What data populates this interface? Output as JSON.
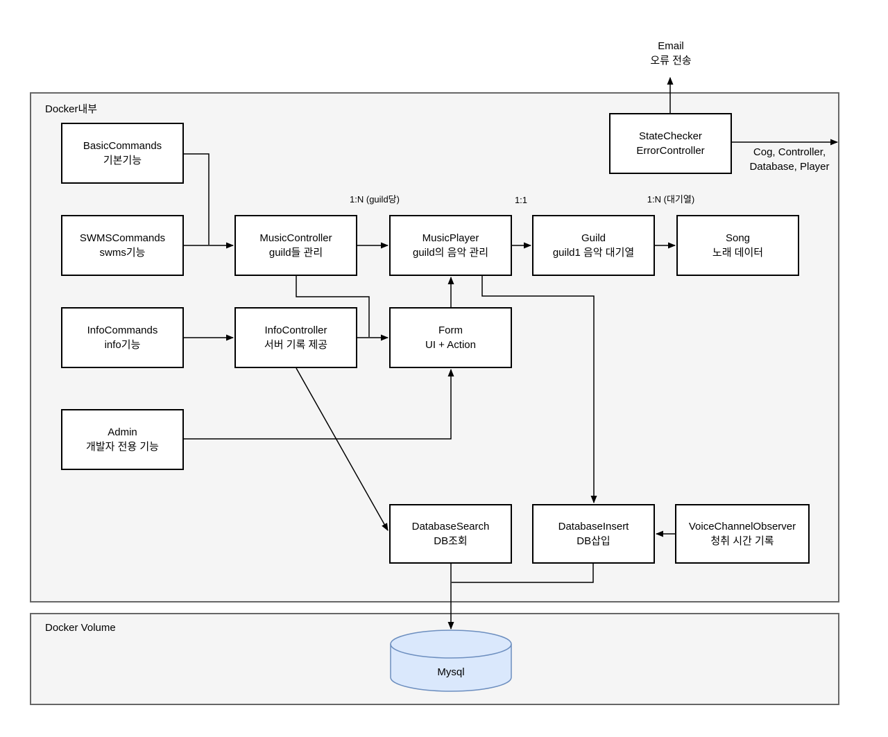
{
  "containers": {
    "docker_inner": {
      "label": "Docker내부"
    },
    "docker_volume": {
      "label": "Docker Volume"
    }
  },
  "nodes": {
    "basic_commands": {
      "line1": "BasicCommands",
      "line2": "기본기능"
    },
    "swms_commands": {
      "line1": "SWMSCommands",
      "line2": "swms기능"
    },
    "info_commands": {
      "line1": "InfoCommands",
      "line2": "info기능"
    },
    "admin": {
      "line1": "Admin",
      "line2": "개발자 전용 기능"
    },
    "music_controller": {
      "line1": "MusicController",
      "line2": "guild들 관리"
    },
    "info_controller": {
      "line1": "InfoController",
      "line2": "서버 기록 제공"
    },
    "music_player": {
      "line1": "MusicPlayer",
      "line2": "guild의 음악 관리"
    },
    "form": {
      "line1": "Form",
      "line2": "UI + Action"
    },
    "guild": {
      "line1": "Guild",
      "line2": "guild1 음악 대기열"
    },
    "song": {
      "line1": "Song",
      "line2": "노래 데이터"
    },
    "state_checker": {
      "line1": "StateChecker",
      "line2": "ErrorController"
    },
    "database_search": {
      "line1": "DatabaseSearch",
      "line2": "DB조회"
    },
    "database_insert": {
      "line1": "DatabaseInsert",
      "line2": "DB삽입"
    },
    "voice_channel_observer": {
      "line1": "VoiceChannelObserver",
      "line2": "청취 시간 기록"
    },
    "mysql": {
      "label": "Mysql"
    }
  },
  "labels": {
    "guild_per": "1:N (guild당)",
    "one_to_one": "1:1",
    "queue": "1:N (대기열)",
    "email_line1": "Email",
    "email_line2": "오류 전송",
    "cog_line1": "Cog, Controller,",
    "cog_line2": "Database, Player"
  },
  "colors": {
    "container_fill": "#f5f5f5",
    "container_stroke": "#666666",
    "node_fill": "#ffffff",
    "node_stroke": "#000000",
    "edge": "#000000",
    "db_fill": "#dae8fc",
    "db_stroke": "#6c8ebf"
  }
}
